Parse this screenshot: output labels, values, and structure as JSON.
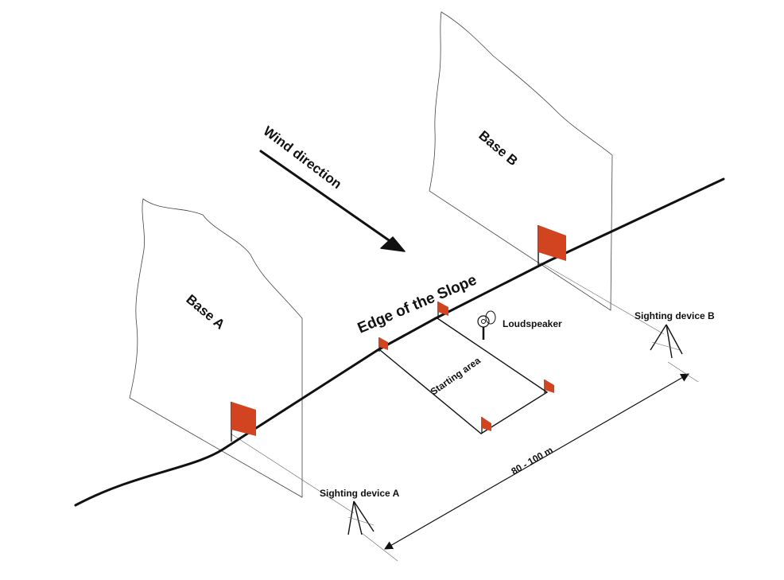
{
  "labels": {
    "wind_direction": "Wind direction",
    "base_a": "Base A",
    "base_b": "Base B",
    "edge_of_slope": "Edge of the Slope",
    "loudspeaker": "Loudspeaker",
    "starting_area": "Starting area",
    "sighting_device_a": "Sighting device A",
    "sighting_device_b": "Sighting device B",
    "distance": "80 - 100 m"
  },
  "colors": {
    "flag": "#d2431f",
    "line": "#111111"
  },
  "icons": {
    "loudspeaker": "loudspeaker-icon",
    "arrow": "arrow-icon",
    "flag": "flag-icon"
  }
}
